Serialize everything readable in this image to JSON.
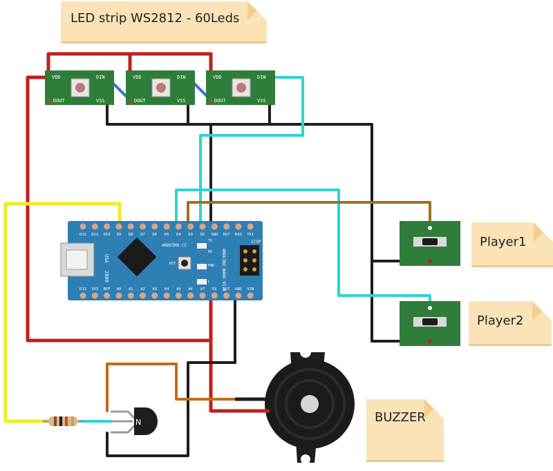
{
  "notes": {
    "led_strip": "LED strip WS2812 - 60Leds",
    "player1": "Player1",
    "player2": "Player2",
    "buzzer": "BUZZER"
  },
  "led_pins": {
    "vdd": "VDD",
    "din": "DIN",
    "dout": "DOUT",
    "vss": "VSS"
  },
  "arduino": {
    "top_pins": [
      "D12",
      "D11",
      "D10",
      "D9",
      "D8",
      "D7",
      "D6",
      "D5",
      "D4",
      "D3",
      "D2",
      "GND",
      "RST",
      "RXO",
      "TX1"
    ],
    "bottom_pins": [
      "D13",
      "3V3",
      "REF",
      "A0",
      "A1",
      "A2",
      "A3",
      "A4",
      "A5",
      "A6",
      "A7",
      "5V",
      "RST",
      "GND",
      "VIN"
    ],
    "usa_label": "USA",
    "year_label": "2009",
    "site_label": "ARDUINO.CC",
    "model_label": "ARDUINO NANO V3.0",
    "icsp_label": "ICSP",
    "rst_label": "RST",
    "led_labels": [
      "TX",
      "RX",
      "PWR",
      "L"
    ]
  },
  "colors": {
    "red_wire": "#c0201c",
    "black_wire": "#1e1e1e",
    "cyan_wire": "#2fd3d3",
    "yellow_wire": "#f2ea2a",
    "brown_wire": "#9c7420",
    "orange_wire": "#c46a1c",
    "pcb_green": "#2f7d3a",
    "arduino_blue": "#2e7fb4",
    "note_bg": "#fbe3b8"
  }
}
